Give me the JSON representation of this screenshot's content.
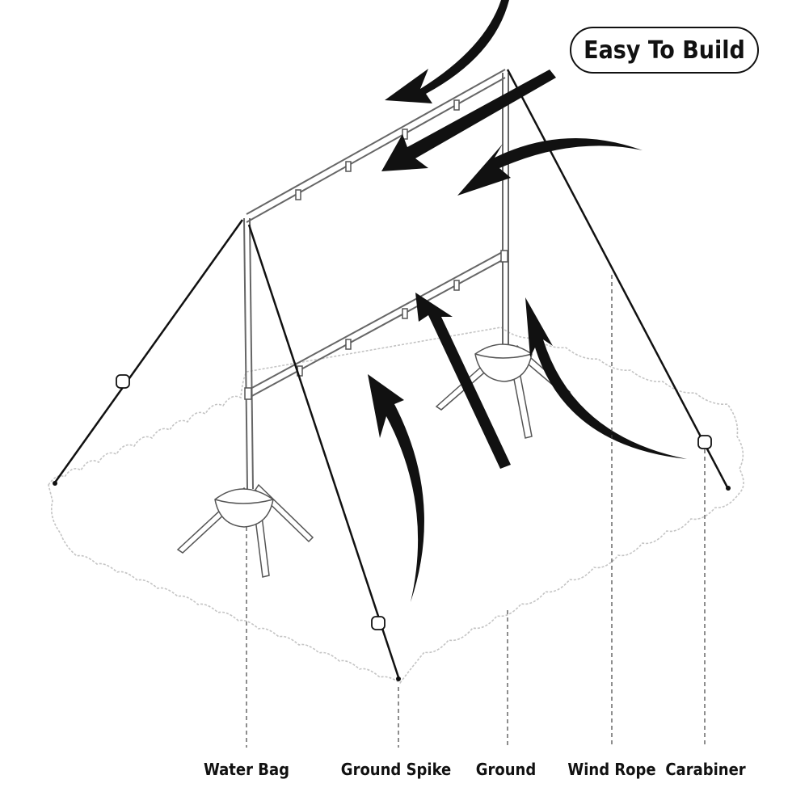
{
  "badge": {
    "text": "Easy To Build"
  },
  "labels": {
    "water_bag": "Water Bag",
    "ground_spike": "Ground Spike",
    "ground": "Ground",
    "wind_rope": "Wind Rope",
    "carabiner": "Carabiner"
  },
  "colors": {
    "line": "#111111",
    "frame": "#555555",
    "ground_edge": "#bbbbbb"
  }
}
